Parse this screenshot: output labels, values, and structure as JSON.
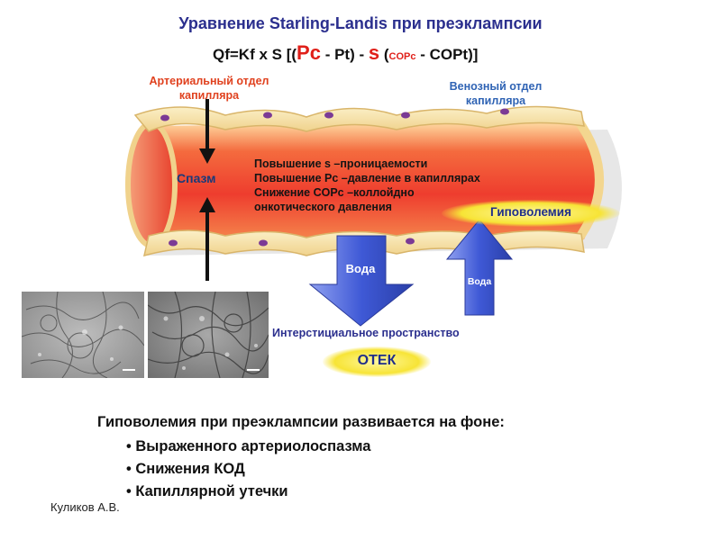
{
  "title": "Уравнение Starling-Landis при преэклампсии",
  "equation": {
    "part1": "Qf=Kf x S [(",
    "pc": "Pc",
    "part2": " - Pt) - ",
    "sigma": "s",
    "part3": " (",
    "copc": "COPc",
    "part4": " - COPt)]"
  },
  "labels": {
    "arterial": "Артериальный отдел капилляра",
    "venous": "Венозный отдел капилляра",
    "spasm": "Спазм",
    "hypovolemia": "Гиповолемия",
    "water_big": "Вода",
    "water_small": "Вода",
    "interstitial": "Интерстициальное пространство",
    "edema": "ОТЕК"
  },
  "effects": [
    "Повышение s –проницаемости",
    "Повышение Pc –давление в капиллярах",
    "Снижение COPc –коллойдно",
    "онкотического давления"
  ],
  "summary": {
    "heading": "Гиповолемия при преэклампсии развивается на фоне:",
    "bullets": [
      "• Выраженного артериолоспазма",
      "• Снижения КОД",
      "• Капиллярной утечки"
    ]
  },
  "author": "Куликов А.В.",
  "colors": {
    "title": "#2b2f8e",
    "red_accent": "#e0201a",
    "arterial_label": "#e0411e",
    "venous_label": "#2f63b4",
    "vessel_lumen": "#f0553a",
    "vessel_wall": "#f7e3b0",
    "arrow_blue": "#3f59d6",
    "highlight_yellow": "#f7e436"
  }
}
